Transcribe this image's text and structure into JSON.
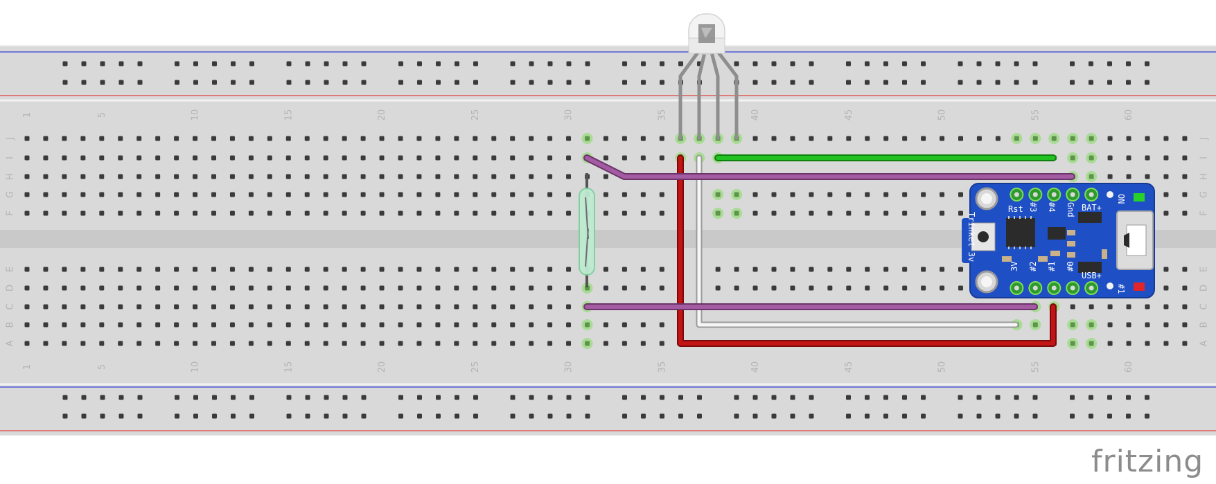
{
  "columns": {
    "first": 1,
    "last": 63,
    "label_every": 5
  },
  "rows_top": [
    "J",
    "I",
    "H",
    "G",
    "F"
  ],
  "rows_bottom": [
    "E",
    "D",
    "C",
    "B",
    "A"
  ],
  "logo_text": "fritzing",
  "trinket": {
    "side_label": "Trinket 3v",
    "top_labels": [
      "Rst",
      "#3",
      "#4",
      "Gnd",
      "BAT+"
    ],
    "bottom_labels": [
      "3V",
      "#2",
      "#1",
      "#0",
      "USB+"
    ],
    "led_labels": [
      "ON",
      "#1"
    ]
  },
  "colors": {
    "board": "#d9d9d9",
    "hole": "#3a3a3a",
    "rail_red": "#e0413c",
    "rail_blue": "#3040d8",
    "wire_red": "#b80f0f",
    "wire_green": "#1aa51a",
    "wire_purple": "#9a4f98",
    "wire_white": "#f4f4f4",
    "pcb_blue": "#1f4fc4"
  },
  "components": [
    "rgb-led",
    "reed-switch",
    "trinket-3v"
  ]
}
